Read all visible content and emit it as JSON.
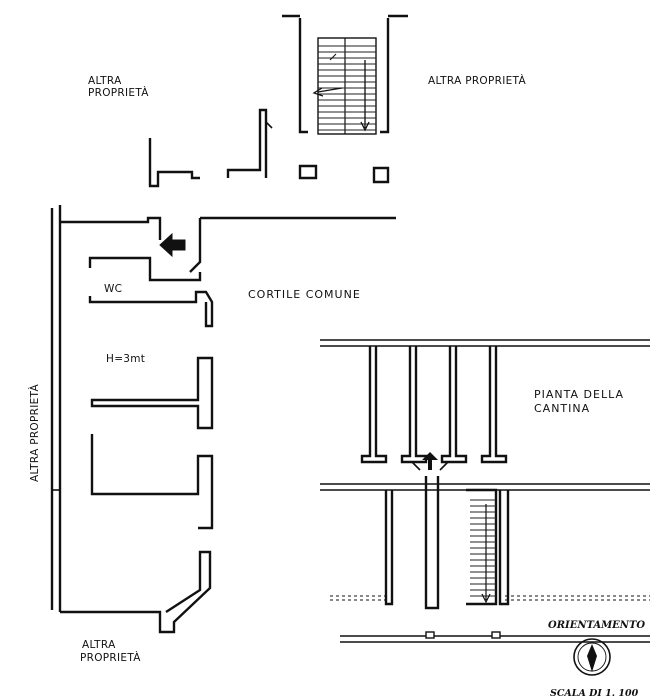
{
  "labels": {
    "altra_top_left": [
      "ALTRA",
      "PROPRIETÀ"
    ],
    "altra_top_right": "ALTRA PROPRIETÀ",
    "altra_left_vertical": "ALTRA PROPRIETÀ",
    "altra_bottom_left": [
      "ALTRA",
      "PROPRIETÀ"
    ],
    "cortile": "CORTILE COMUNE",
    "wc": "WC",
    "height": "H=3mt",
    "pianta": [
      "PIANTA DELLA",
      "CANTINA"
    ],
    "orientamento": "ORIENTAMENTO",
    "scala": "SCALA DI 1. 100"
  },
  "colors": {
    "ink": "#111111",
    "paper": "#ffffff"
  },
  "icons": {
    "compass": "north-arrow-icon",
    "entrance": "entrance-arrow-icon"
  }
}
